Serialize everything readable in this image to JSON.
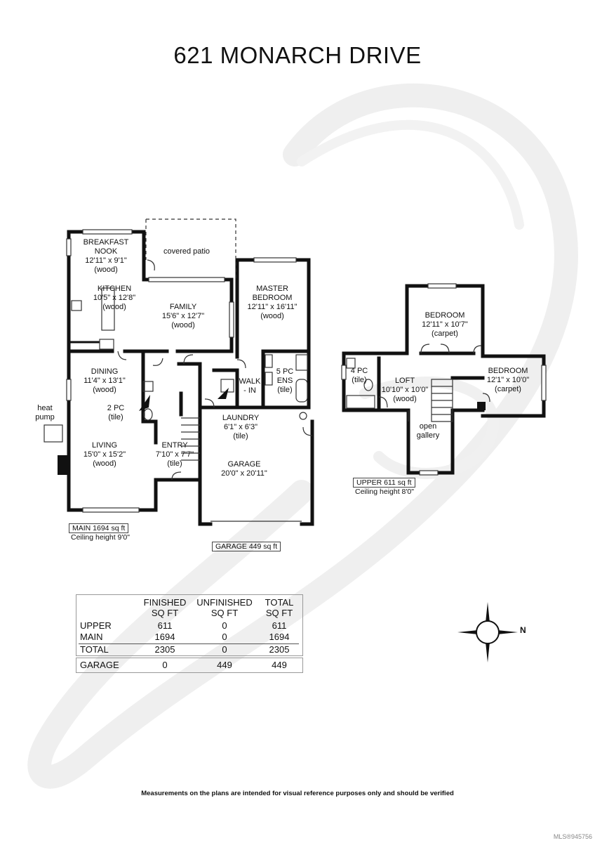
{
  "title": "621 MONARCH DRIVE",
  "rooms": {
    "breakfast_nook": {
      "name_1": "BREAKFAST",
      "name_2": "NOOK",
      "dims": "12'11\" x 9'1\"",
      "floor": "(wood)"
    },
    "covered_patio": {
      "name": "covered patio"
    },
    "kitchen": {
      "name": "KITCHEN",
      "dims": "10'5\" x 12'8\"",
      "floor": "(wood)"
    },
    "family": {
      "name": "FAMILY",
      "dims": "15'6\" x 12'7\"",
      "floor": "(wood)"
    },
    "master_bedroom": {
      "name_1": "MASTER",
      "name_2": "BEDROOM",
      "dims": "12'11\" x 16'11\"",
      "floor": "(wood)"
    },
    "dining": {
      "name": "DINING",
      "dims": "11'4\" x 13'1\"",
      "floor": "(wood)"
    },
    "two_pc": {
      "name": "2 PC",
      "floor": "(tile)"
    },
    "walk_in": {
      "name_1": "WALK",
      "name_2": "- IN"
    },
    "five_pc_ens": {
      "name_1": "5 PC",
      "name_2": "ENS",
      "floor": "(tile)"
    },
    "laundry": {
      "name": "LAUNDRY",
      "dims": "6'1\" x 6'3\"",
      "floor": "(tile)"
    },
    "living": {
      "name": "LIVING",
      "dims": "15'0\" x 15'2\"",
      "floor": "(wood)"
    },
    "entry": {
      "name": "ENTRY",
      "dims": "7'10\" x 7'7\"",
      "floor": "(tile)"
    },
    "garage": {
      "name": "GARAGE",
      "dims": "20'0\" x 20'11\""
    },
    "heat_pump": {
      "name_1": "heat",
      "name_2": "pump"
    },
    "bedroom_a": {
      "name": "BEDROOM",
      "dims": "12'11\" x 10'7\"",
      "floor": "(carpet)"
    },
    "four_pc": {
      "name": "4 PC",
      "floor": "(tile)"
    },
    "loft": {
      "name": "LOFT",
      "dims": "10'10\" x 10'0\"",
      "floor": "(wood)"
    },
    "bedroom_b": {
      "name": "BEDROOM",
      "dims": "12'1\" x 10'0\"",
      "floor": "(carpet)"
    },
    "open_gallery": {
      "name_1": "open",
      "name_2": "gallery"
    }
  },
  "areas": {
    "main": {
      "label": "MAIN  1694 sq ft",
      "ceiling": "Ceiling height 9'0\""
    },
    "garage": {
      "label": "GARAGE  449 sq ft"
    },
    "upper": {
      "label": "UPPER  611 sq ft",
      "ceiling": "Ceiling height 8'0\""
    }
  },
  "summary": {
    "headers": [
      {
        "line1": "FINISHED",
        "line2": "SQ FT"
      },
      {
        "line1": "UNFINISHED",
        "line2": "SQ FT"
      },
      {
        "line1": "TOTAL",
        "line2": "SQ FT"
      }
    ],
    "rows": [
      {
        "label": "UPPER",
        "finished": "611",
        "unfinished": "0",
        "total": "611"
      },
      {
        "label": "MAIN",
        "finished": "1694",
        "unfinished": "0",
        "total": "1694"
      },
      {
        "label": "TOTAL",
        "finished": "2305",
        "unfinished": "0",
        "total": "2305"
      }
    ],
    "garage_row": {
      "label": "GARAGE",
      "finished": "0",
      "unfinished": "449",
      "total": "449"
    }
  },
  "compass": {
    "label": "N",
    "icon": "compass-icon"
  },
  "footer": "Measurements on the plans are intended for visual reference purposes only and should be verified",
  "mls": "MLS®945756",
  "colors": {
    "wall": "#111111",
    "watermark": "#eeeeee",
    "window": "#888888"
  }
}
